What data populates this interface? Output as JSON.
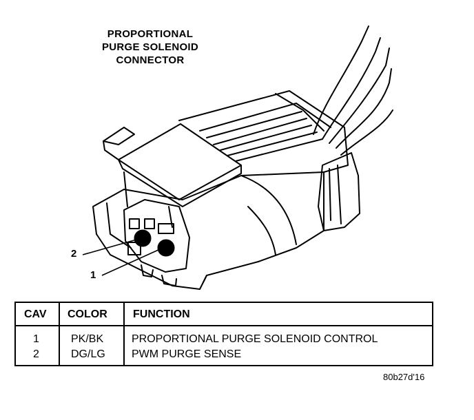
{
  "title_lines": [
    "PROPORTIONAL",
    "PURGE SOLENOID",
    "CONNECTOR"
  ],
  "callouts": [
    "2",
    "1"
  ],
  "table": {
    "headers": [
      "CAV",
      "COLOR",
      "FUNCTION"
    ],
    "rows": [
      {
        "cav": "1",
        "color": "PK/BK",
        "function": "PROPORTIONAL PURGE SOLENOID CONTROL"
      },
      {
        "cav": "2",
        "color": "DG/LG",
        "function": "PWM PURGE SENSE"
      }
    ]
  },
  "figure_id": "80b27d'16"
}
